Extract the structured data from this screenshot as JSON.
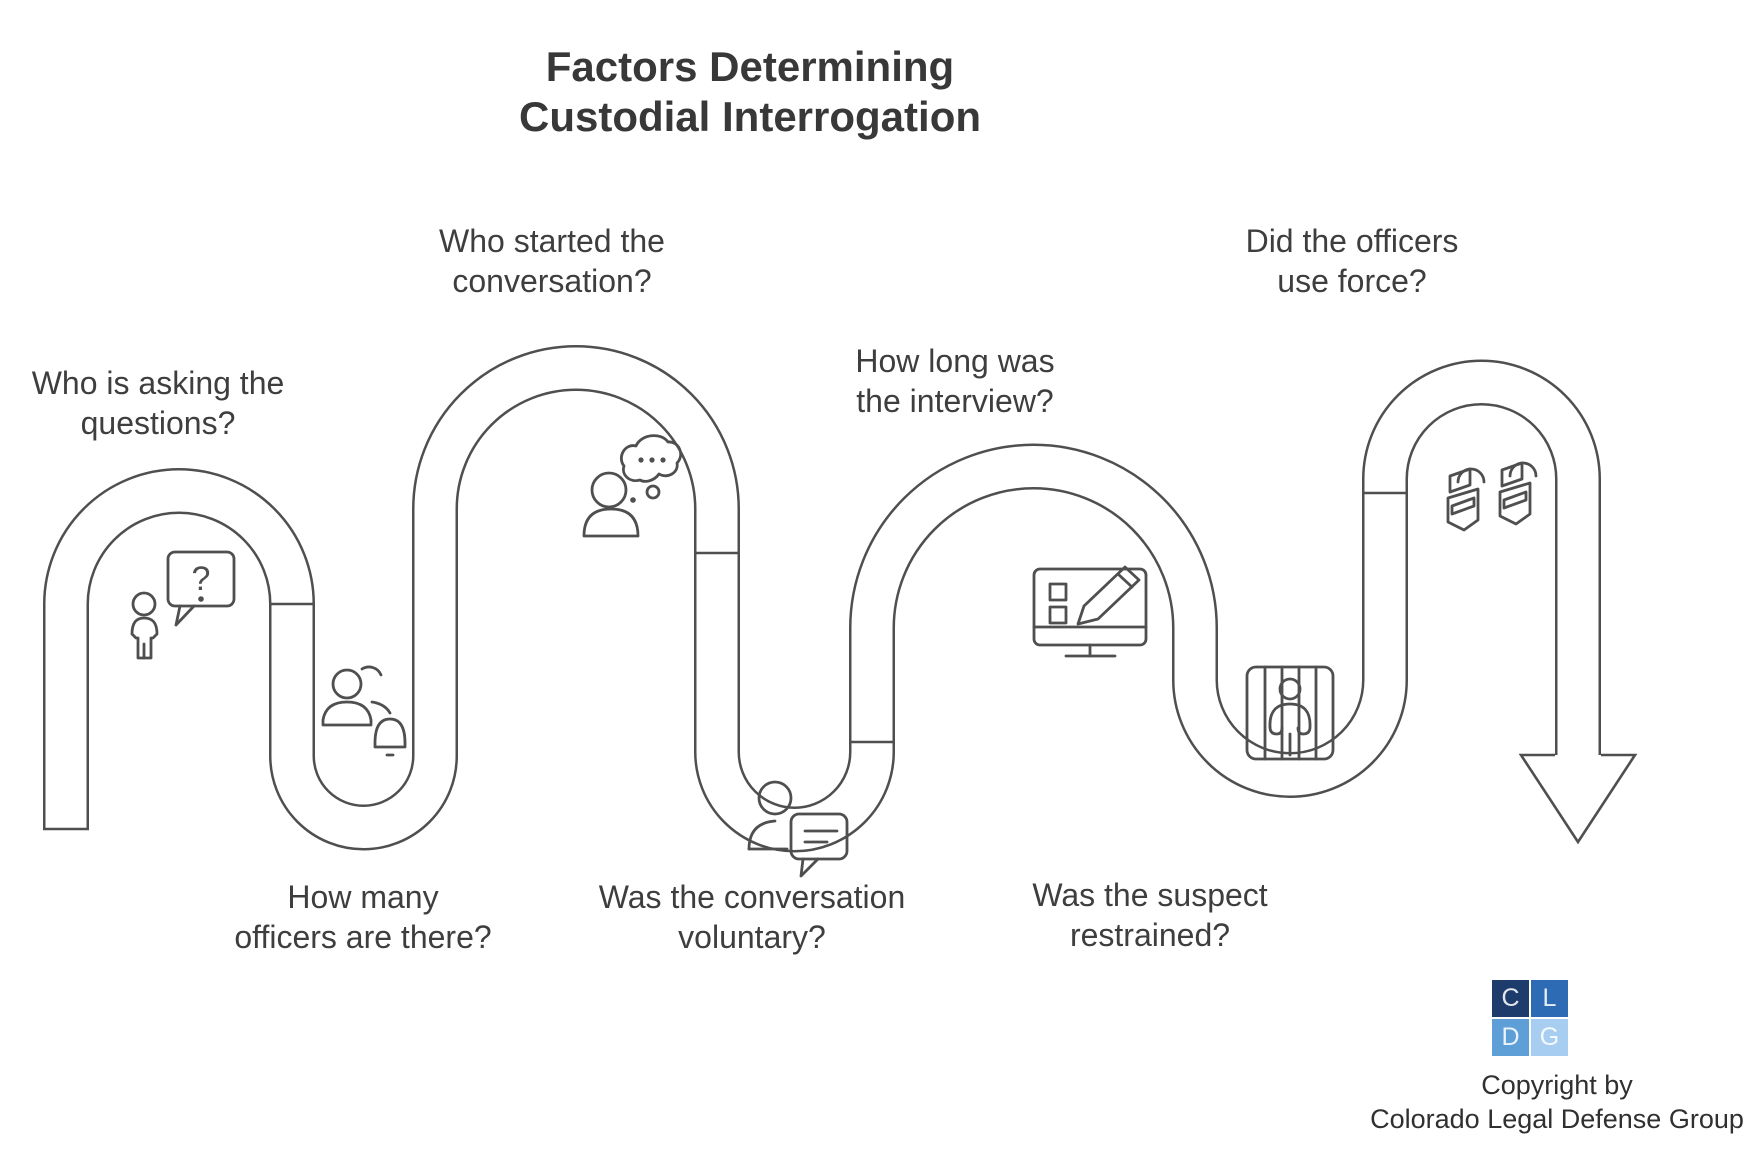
{
  "theme": {
    "line_color": "#4f4f4f",
    "text_color": "#3e3e3e",
    "title_color": "#383838",
    "logo_colors": {
      "c": "#1e3c6b",
      "l": "#2d6bb4",
      "d": "#5f9fd8",
      "g": "#a7cdf0"
    }
  },
  "title": "Factors Determining\nCustodial Interrogation",
  "factors": [
    {
      "label": "Who is asking the\nquestions?",
      "icon": "person-question-bubble-icon"
    },
    {
      "label": "How many\nofficers are there?",
      "icon": "officers-bell-icon"
    },
    {
      "label": "Who started the\nconversation?",
      "icon": "person-thinking-icon"
    },
    {
      "label": "Was the conversation\nvoluntary?",
      "icon": "person-chat-bubble-icon"
    },
    {
      "label": "How long was\nthe interview?",
      "icon": "monitor-pencil-icon"
    },
    {
      "label": "Was the suspect\nrestrained?",
      "icon": "person-behind-bars-icon"
    },
    {
      "label": "Did the officers\nuse force?",
      "icon": "handcuffs-icon"
    }
  ],
  "icon_glyphs": {
    "question_mark": "?"
  },
  "logo": {
    "letters": [
      "C",
      "L",
      "D",
      "G"
    ]
  },
  "copyright": "Copyright by\nColorado Legal Defense Group"
}
